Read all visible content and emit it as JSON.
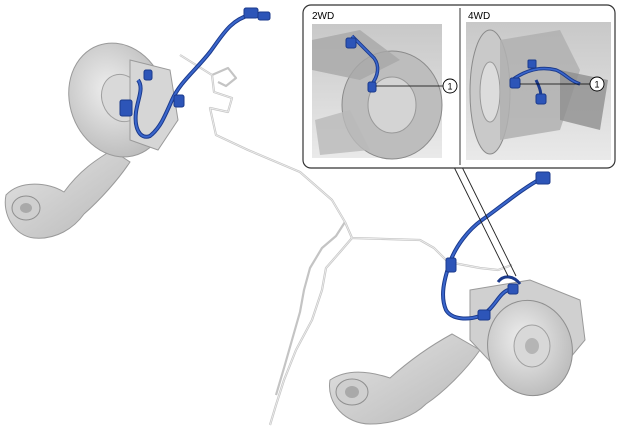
{
  "inset": {
    "panels": [
      {
        "label": "2WD",
        "callout": "1"
      },
      {
        "label": "4WD",
        "callout": "1"
      }
    ]
  },
  "colors": {
    "harness": "#2d55b8",
    "harness_dark": "#1b3a8c",
    "part_gray": "#d3d3d3",
    "part_edge": "#9a9a9a",
    "line_gray": "#c2c2c2",
    "frame": "#333333"
  }
}
